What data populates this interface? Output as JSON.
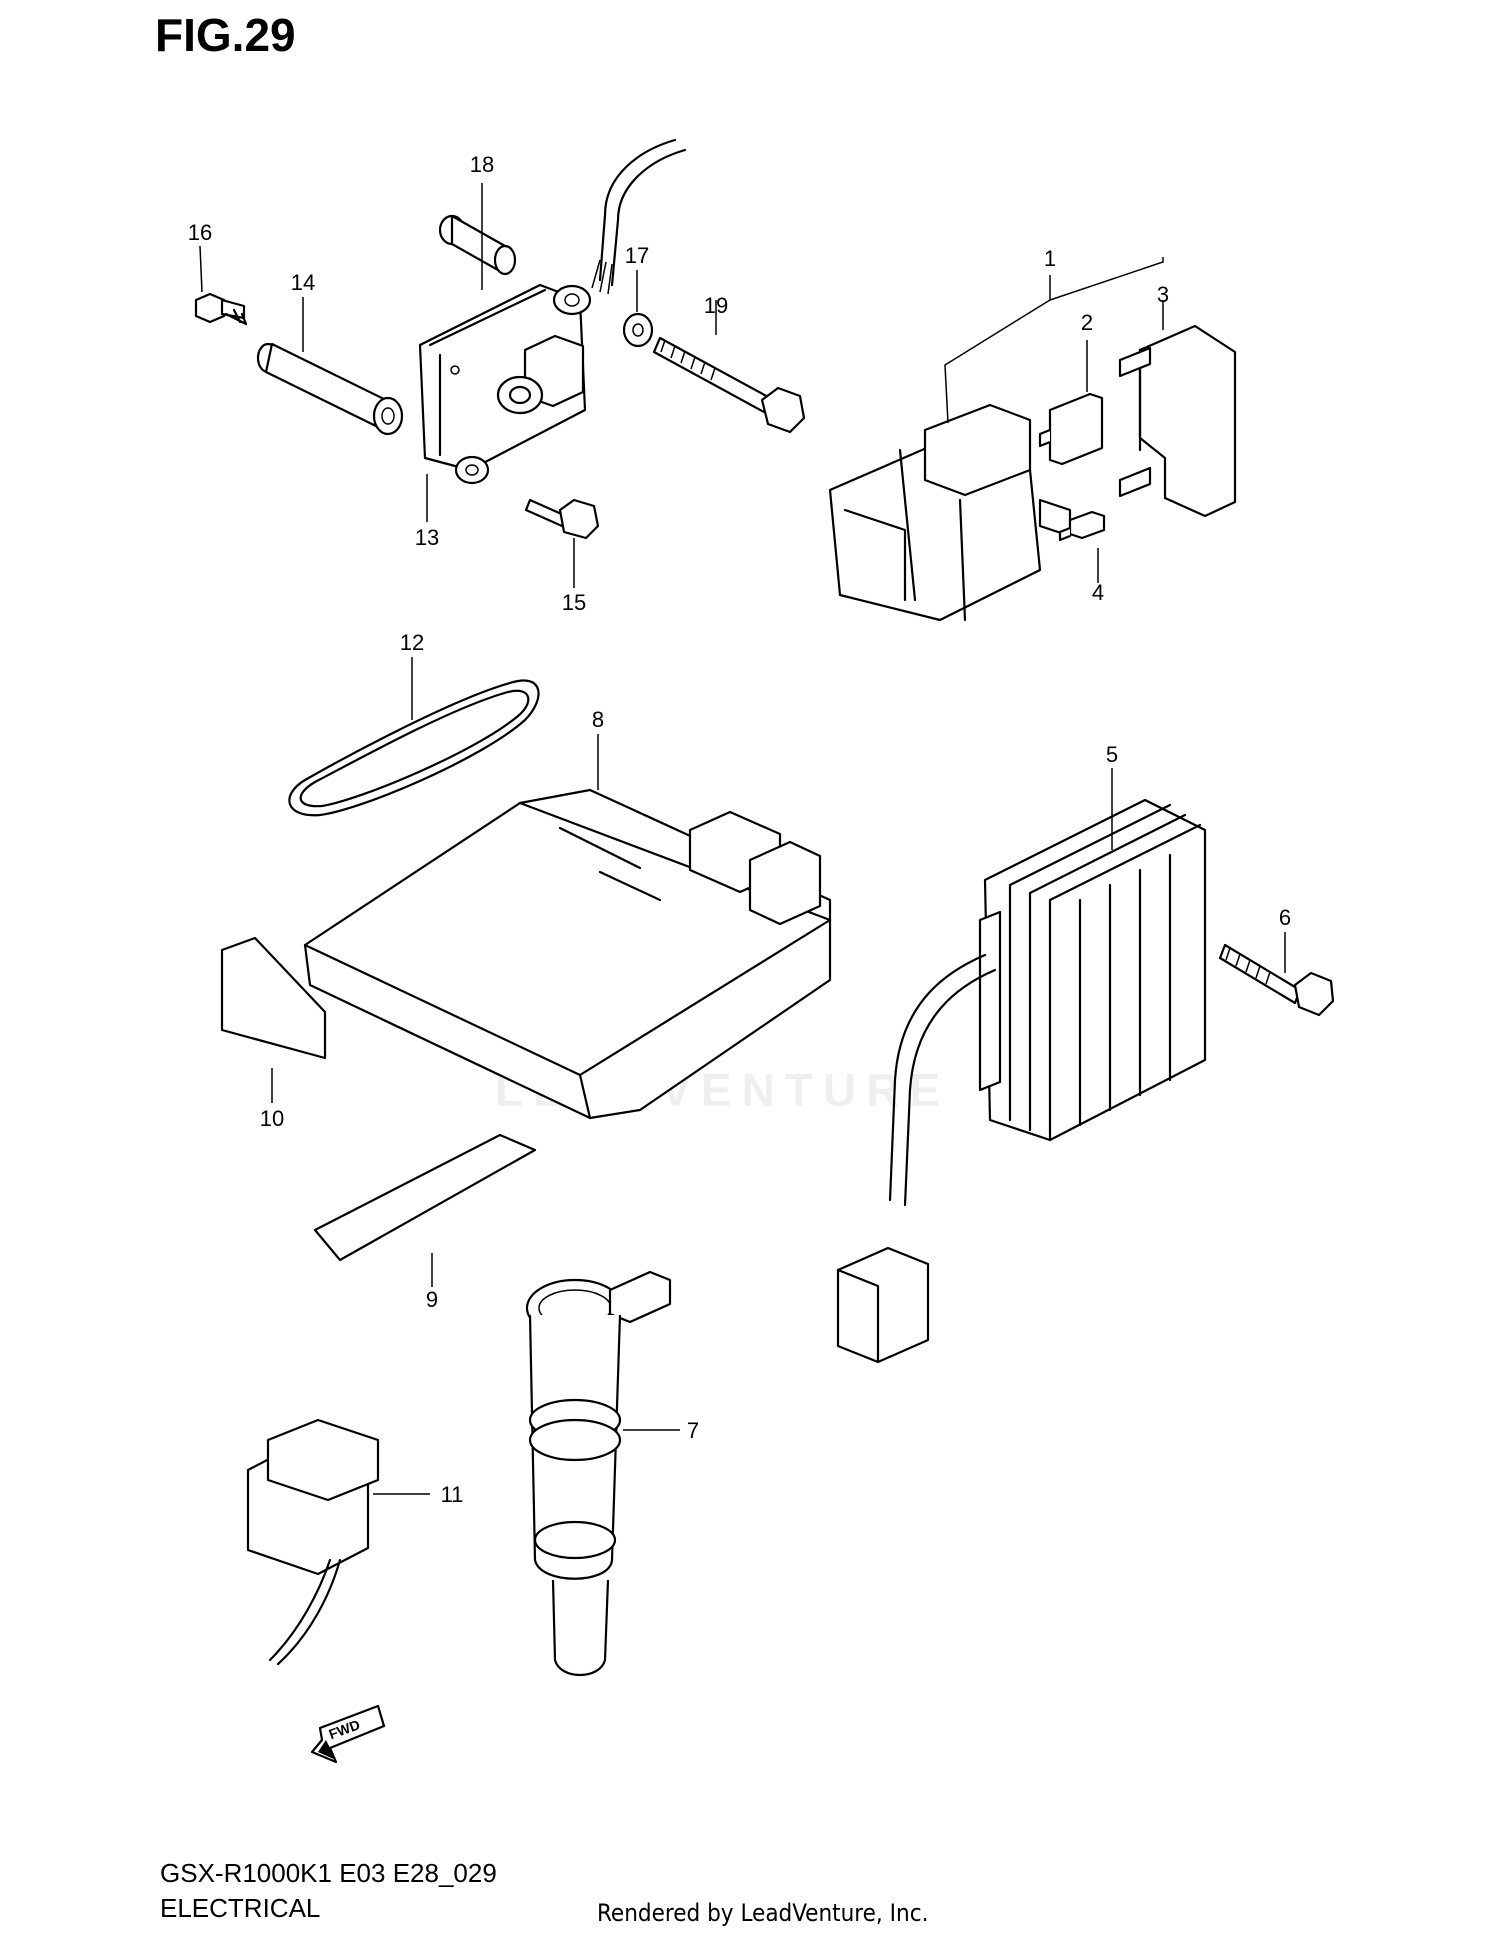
{
  "figure": {
    "title": "FIG.29"
  },
  "callouts": [
    {
      "id": "1",
      "label": "1"
    },
    {
      "id": "2",
      "label": "2"
    },
    {
      "id": "3",
      "label": "3"
    },
    {
      "id": "4",
      "label": "4"
    },
    {
      "id": "5",
      "label": "5"
    },
    {
      "id": "6",
      "label": "6"
    },
    {
      "id": "7",
      "label": "7"
    },
    {
      "id": "8",
      "label": "8"
    },
    {
      "id": "9",
      "label": "9"
    },
    {
      "id": "10",
      "label": "10"
    },
    {
      "id": "11",
      "label": "11"
    },
    {
      "id": "12",
      "label": "12"
    },
    {
      "id": "13",
      "label": "13"
    },
    {
      "id": "14",
      "label": "14"
    },
    {
      "id": "15",
      "label": "15"
    },
    {
      "id": "16",
      "label": "16"
    },
    {
      "id": "17",
      "label": "17"
    },
    {
      "id": "18",
      "label": "18"
    },
    {
      "id": "19",
      "label": "19"
    }
  ],
  "fwd_label": "FWD",
  "watermark": "LEADVENTURE",
  "footer": {
    "model_code": "GSX-R1000K1 E03 E28_029",
    "section": "ELECTRICAL",
    "rendered_by": "Rendered by LeadVenture, Inc."
  }
}
